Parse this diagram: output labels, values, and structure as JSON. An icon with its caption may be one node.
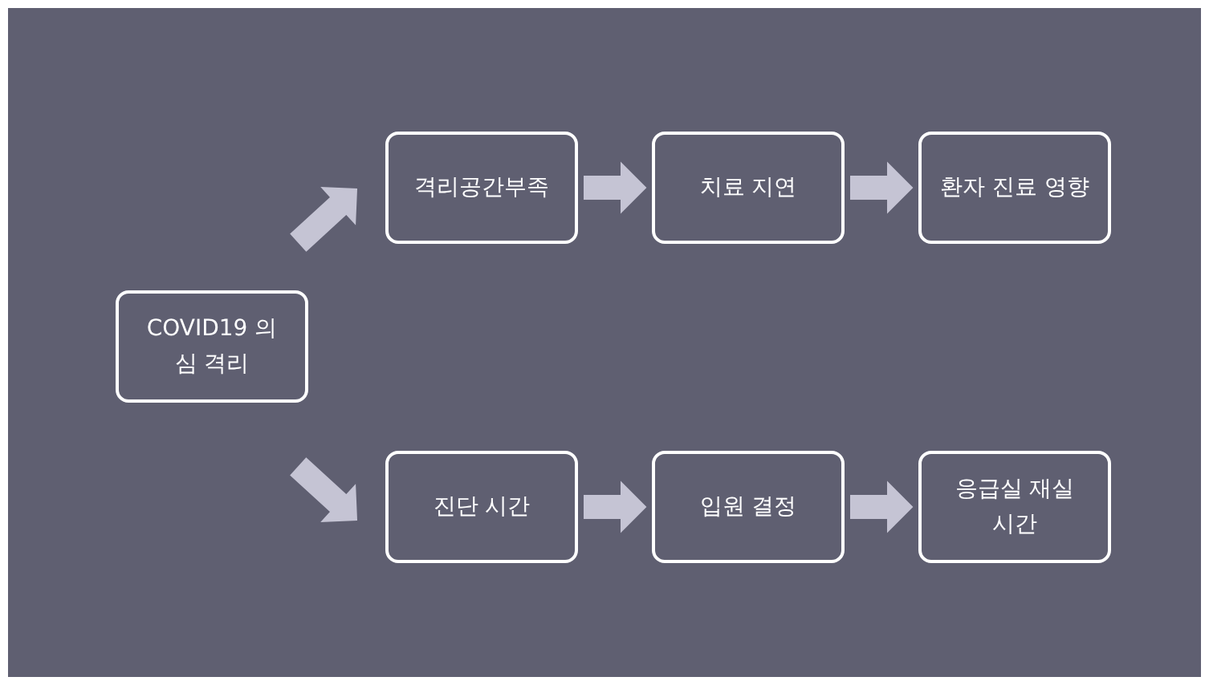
{
  "diagram": {
    "nodes": [
      {
        "text": [
          "COVID19 의심 격리"
        ]
      },
      {
        "text": [
          "격리공간부족"
        ]
      },
      {
        "text": [
          "치료 지연"
        ]
      },
      {
        "text": [
          "환자 진료 영향"
        ]
      },
      {
        "text": [
          "진단 시간"
        ]
      },
      {
        "text": [
          "입원 결정"
        ]
      },
      {
        "text": [
          "응급실 재실 시간"
        ]
      }
    ],
    "edges": [
      {
        "from": 0,
        "to": 1,
        "arrow": "to"
      },
      {
        "from": 1,
        "to": 2,
        "arrow": "to"
      },
      {
        "from": 2,
        "to": 3,
        "arrow": "to"
      },
      {
        "from": 0,
        "to": 4,
        "arrow": "to"
      },
      {
        "from": 4,
        "to": 5,
        "arrow": "to"
      },
      {
        "from": 5,
        "to": 6,
        "arrow": "to"
      }
    ]
  }
}
